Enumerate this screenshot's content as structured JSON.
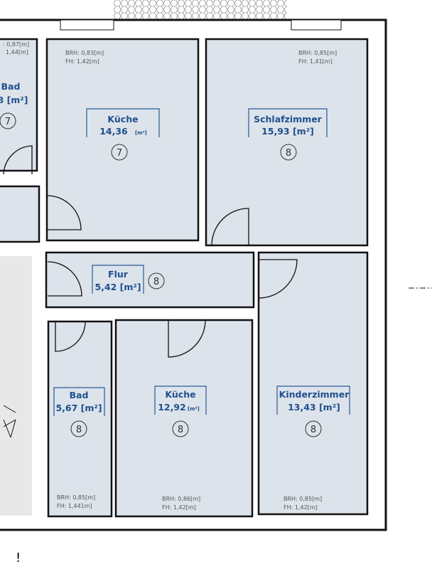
{
  "rooms": [
    {
      "id": "bad-top",
      "name": "Bad",
      "area": "8 [m²]",
      "number": "7",
      "brh": ": 0,87[m]",
      "fh": "1,44[m]"
    },
    {
      "id": "kueche-top",
      "name": "Küche",
      "area": "14,36",
      "unit": "[m²]",
      "number": "7",
      "brh": "BRH: 0,83[m]",
      "fh": "FH:   1,42[m]"
    },
    {
      "id": "schlafzimmer",
      "name": "Schlafzimmer",
      "area": "15,93 [m²]",
      "number": "8",
      "brh": "BRH: 0,85[m]",
      "fh": "FH:   1,41[m]"
    },
    {
      "id": "flur",
      "name": "Flur",
      "area": "5,42 [m²]",
      "number": "8"
    },
    {
      "id": "bad-bottom",
      "name": "Bad",
      "area": "5,67 [m²]",
      "number": "8",
      "brh": "BRH: 0,85[m]",
      "fh": "FH:   1,441m]"
    },
    {
      "id": "kueche-bottom",
      "name": "Küche",
      "area": "12,92",
      "unit": "[m²]",
      "number": "8",
      "brh": "BRH: 0,86[m]",
      "fh": "FH:   1,42[m]"
    },
    {
      "id": "kinderzimmer",
      "name": "Kinderzimmer",
      "area": "13,43 [m²]",
      "number": "8",
      "brh": "BRH: 0,85[m]",
      "fh": "FH:   1,42[m]"
    }
  ],
  "colors": {
    "room": "#dde3ea",
    "label": "#1f4f8f",
    "wall": "#111111"
  }
}
